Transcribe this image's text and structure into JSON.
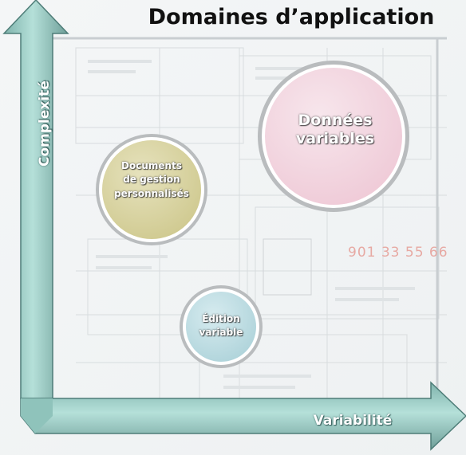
{
  "title": "Domaines d’application",
  "axes": {
    "y_label": "Complexité",
    "x_label": "Variabilité"
  },
  "bubbles": [
    {
      "id": "donnees",
      "lines": [
        "Données",
        "variables"
      ],
      "color": "#f1d3de"
    },
    {
      "id": "documents",
      "lines": [
        "Documents",
        "de gestion",
        "personnalisés"
      ],
      "color": "#d9d4a4"
    },
    {
      "id": "edition",
      "lines": [
        "Édition",
        "variable"
      ],
      "color": "#bfdde3"
    }
  ],
  "background": {
    "number": "901 33 55 66"
  },
  "colors": {
    "axis": "#9ecfc7",
    "axis_dark": "#5f8f8a",
    "title": "#111111"
  }
}
